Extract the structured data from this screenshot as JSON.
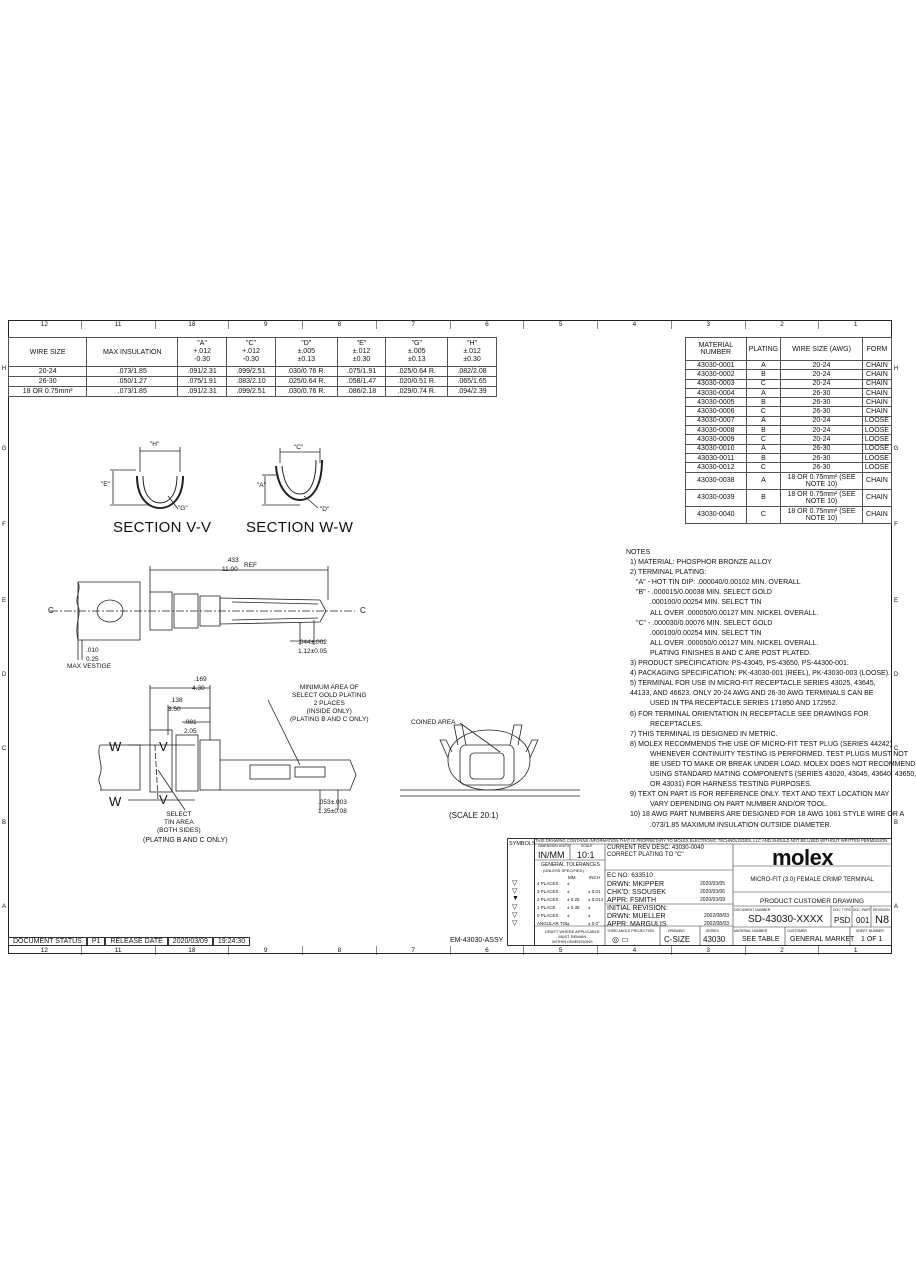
{
  "zones_top": [
    "12",
    "11",
    "18",
    "9",
    "8",
    "7",
    "6",
    "5",
    "4",
    "3",
    "2",
    "1"
  ],
  "zones_side": [
    "H",
    "G",
    "F",
    "E",
    "D",
    "C",
    "B",
    "A"
  ],
  "dims_table": {
    "headers": [
      {
        "label": "WIRE SIZE",
        "tol": []
      },
      {
        "label": "MAX INSULATION",
        "tol": []
      },
      {
        "label": "\"A\"",
        "tol": [
          "+.012",
          "-0.30"
        ]
      },
      {
        "label": "\"C\"",
        "tol": [
          "+.012",
          "-0.30"
        ]
      },
      {
        "label": "\"D\"",
        "tol": [
          "±.005",
          "±0.13"
        ]
      },
      {
        "label": "\"E\"",
        "tol": [
          "±.012",
          "±0.30"
        ]
      },
      {
        "label": "\"G\"",
        "tol": [
          "±.005",
          "±0.13"
        ]
      },
      {
        "label": "\"H\"",
        "tol": [
          "±.012",
          "±0.30"
        ]
      }
    ],
    "rows": [
      [
        "20-24",
        ".073/1.85",
        ".091/2.31",
        ".099/2.51",
        ".030/0.76 R.",
        ".075/1.91",
        ".025/0.64 R.",
        ".082/2.08"
      ],
      [
        "26-30",
        ".050/1.27",
        ".075/1.91",
        ".083/2.10",
        ".025/0.64 R.",
        ".058/1.47",
        ".020/0.51 R.",
        ".065/1.65"
      ],
      [
        "18 OR 0.75mm²",
        ".073/1.85",
        ".091/2.31",
        ".099/2.51",
        ".030/0.76 R.",
        ".086/2.18",
        ".029/0.74 R.",
        ".094/2.39"
      ]
    ]
  },
  "material_table": {
    "headers": [
      "MATERIAL NUMBER",
      "PLATING",
      "WIRE SIZE (AWG)",
      "FORM"
    ],
    "rows": [
      [
        "43030-0001",
        "A",
        "20-24",
        "CHAIN"
      ],
      [
        "43030-0002",
        "B",
        "20-24",
        "CHAIN"
      ],
      [
        "43030-0003",
        "C",
        "20-24",
        "CHAIN"
      ],
      [
        "43030-0004",
        "A",
        "26-30",
        "CHAIN"
      ],
      [
        "43030-0005",
        "B",
        "26-30",
        "CHAIN"
      ],
      [
        "43030-0006",
        "C",
        "26-30",
        "CHAIN"
      ],
      [
        "43030-0007",
        "A",
        "20-24",
        "LOOSE"
      ],
      [
        "43030-0008",
        "B",
        "20-24",
        "LOOSE"
      ],
      [
        "43030-0009",
        "C",
        "20-24",
        "LOOSE"
      ],
      [
        "43030-0010",
        "A",
        "26-30",
        "LOOSE"
      ],
      [
        "43030-0011",
        "B",
        "26-30",
        "LOOSE"
      ],
      [
        "43030-0012",
        "C",
        "26-30",
        "LOOSE"
      ],
      [
        "43030-0038",
        "A",
        "18 OR 0.75mm² (SEE NOTE 10)",
        "CHAIN"
      ],
      [
        "43030-0039",
        "B",
        "18 OR 0.75mm² (SEE NOTE 10)",
        "CHAIN"
      ],
      [
        "43030-0040",
        "C",
        "18 OR 0.75mm² (SEE NOTE 10)",
        "CHAIN"
      ]
    ]
  },
  "sections": {
    "v": "SECTION V-V",
    "w": "SECTION W-W"
  },
  "labels": {
    "h": "\"H\"",
    "e": "\"E\"",
    "g": "\"G\"",
    "c": "\"C\"",
    "a": "\"A\"",
    "d": "\"D\"",
    "ref_dim": ".433",
    "ref_dim_mm": "11.00",
    "ref": "REF",
    "vestige_in": ".010",
    "vestige_mm": "0.25",
    "vestige": "MAX VESTIGE",
    "w044": ".044±.002",
    "w044mm": "1.12±0.05",
    "d169": ".169",
    "d169mm": "4.30",
    "d138": ".138",
    "d138mm": "3.50",
    "d081": ".081",
    "d081mm": "2.05",
    "d053": ".053±.003",
    "d053mm": "1.35±0.08",
    "gold_area": [
      "MINIMUM AREA OF",
      "SELECT GOLD PLATING",
      "2 PLACES",
      "(INSIDE ONLY)",
      "(PLATING B AND C ONLY)"
    ],
    "tin_area": [
      "SELECT",
      "TIN AREA",
      "(BOTH SIDES)"
    ],
    "plating_bc": "(PLATING B AND C ONLY)",
    "coined": "COINED AREA",
    "scale": "(SCALE 20:1)",
    "w": "W",
    "v": "V",
    "cl": "C"
  },
  "notes": [
    "NOTES",
    "1) MATERIAL: PHOSPHOR BRONZE ALLOY",
    "2) TERMINAL PLATING:",
    "\"A\" - HOT TIN DIP: .000040/0.00102 MIN. OVERALL",
    "\"B\" - .000015/0.00038 MIN. SELECT GOLD",
    ".000100/0.00254 MIN. SELECT TIN",
    "ALL OVER .000050/0.00127 MIN. NICKEL OVERALL.",
    "\"C\" - .000030/0.00076 MIN. SELECT GOLD",
    ".000100/0.00254 MIN. SELECT TIN",
    "ALL OVER .000050/0.00127 MIN. NICKEL OVERALL.",
    "PLATING FINISHES B AND C ARE POST PLATED.",
    "3) PRODUCT SPECIFICATION: PS-43045, PS-43650, PS-44300-001.",
    "4) PACKAGING SPECIFICATION: PK-43030-001 (REEL), PK-43030-003 (LOOSE).",
    "5) TERMINAL FOR USE IN MICRO-FIT RECEPTACLE SERIES 43025, 43645,",
    "44133, AND 46623. ONLY 20-24 AWG AND 26-30 AWG TERMINALS CAN BE",
    "USED IN TPA RECEPTACLE SERIES 171850 AND 172952.",
    "6) FOR TERMINAL ORIENTATION IN RECEPTACLE SEE DRAWINGS FOR",
    "RECEPTACLES.",
    "7) THIS TERMINAL IS DESIGNED IN METRIC.",
    "8) MOLEX RECOMMENDS THE USE OF MICRO-FIT TEST PLUG (SERIES 44242)",
    "WHENEVER CONTINUITY TESTING IS PERFORMED. TEST PLUGS MUST NOT",
    "BE USED TO MAKE OR BREAK UNDER LOAD.  MOLEX DOES NOT RECOMMEND",
    "USING STANDARD MATING COMPONENTS (SERIES 43020, 43045, 43640, 43650,",
    "OR 43031) FOR HARNESS TESTING PURPOSES.",
    "9) TEXT ON PART IS FOR REFERENCE ONLY. TEXT AND TEXT LOCATION MAY",
    "VARY DEPENDING ON PART NUMBER AND/OR TOOL.",
    "10) 18 AWG PART NUMBERS ARE DESIGNED FOR 18 AWG 1061 STYLE WIRE OR A",
    ".073/1.85 MAXIMUM INSULATION OUTSIDE DIAMETER."
  ],
  "title_block": {
    "proprietary": "THIS DRAWING CONTAINS INFORMATION THAT IS PROPRIETARY TO MOLEX ELECTRONIC TECHNOLOGIES, LLC AND SHOULD NOT BE USED WITHOUT WRITTEN PERMISSION",
    "symbols": "SYMBOLS",
    "dimension_units": "DIMENSION UNITS",
    "units": "IN/MM",
    "scale_label": "SCALE",
    "scale": "10:1",
    "general_tol": "GENERAL TOLERANCES",
    "unless": "(UNLESS SPECIFIED)",
    "mm": "MM",
    "inch": "INCH",
    "tol_rows": [
      [
        "4 PLACES",
        "±",
        ""
      ],
      [
        "3 PLACES",
        "±",
        "± 0.01"
      ],
      [
        "2 PLACES",
        "± 0.25",
        "± 0.014"
      ],
      [
        "1 PLACE",
        "± 0.38",
        "±"
      ],
      [
        "0 PLACES",
        "±",
        "±"
      ],
      [
        "ANGULAR TOL",
        "±",
        "± 0.0°"
      ]
    ],
    "draft": [
      "DRAFT WHERE APPLICABLE",
      "MUST REMAIN",
      "WITHIN DIMENSIONS"
    ],
    "current_rev": "CURRENT REV DESC: 43030-0040 CORRECT PLATING TO \"C\"",
    "ec_no": "EC NO:  633510",
    "drwn": "DRWN:  MKIPPER",
    "drwn_date": "2020/03/05",
    "chkd": "CHK'D:  SSOUSEK",
    "chkd_date": "2020/03/06",
    "appr": "APPR:  FSMITH",
    "appr_date": "2020/03/09",
    "initial": "INITIAL REVISION:",
    "drwn2": "DRWN:  MUELLER",
    "drwn2_date": "2002/08/03",
    "appr2": "APPR:  MARGULIS",
    "appr2_date": "2002/08/03",
    "third_angle": "THIRD ANGLE PROJECTION",
    "drawing_label": "DRAWING",
    "size": "C-SIZE",
    "series_label": "SERIES",
    "series": "43030",
    "company": "molex",
    "title": "MICRO-FIT (3.0) FEMALE CRIMP TERMINAL",
    "doc_title": "PRODUCT CUSTOMER DRAWING",
    "doc_number_label": "DOCUMENT NUMBER",
    "doc_number": "SD-43030-XXXX",
    "doc_type_label": "DOC TYPE",
    "doc_type": "PSD",
    "doc_part_label": "DOC PART",
    "doc_part": "001",
    "revision_label": "REVISION",
    "revision": "N8",
    "material_no_label": "MATERIAL NUMBER",
    "material_no": "SEE TABLE",
    "customer_label": "CUSTOMER",
    "customer": "GENERAL MARKET",
    "sheet_label": "SHEET NUMBER",
    "sheet": "1 OF 1",
    "assy": "EM-43030-ASSY"
  },
  "status": {
    "label": "DOCUMENT STATUS",
    "value": "P1",
    "release_label": "RELEASE DATE",
    "date": "2020/03/09",
    "time": "19:24:30"
  }
}
